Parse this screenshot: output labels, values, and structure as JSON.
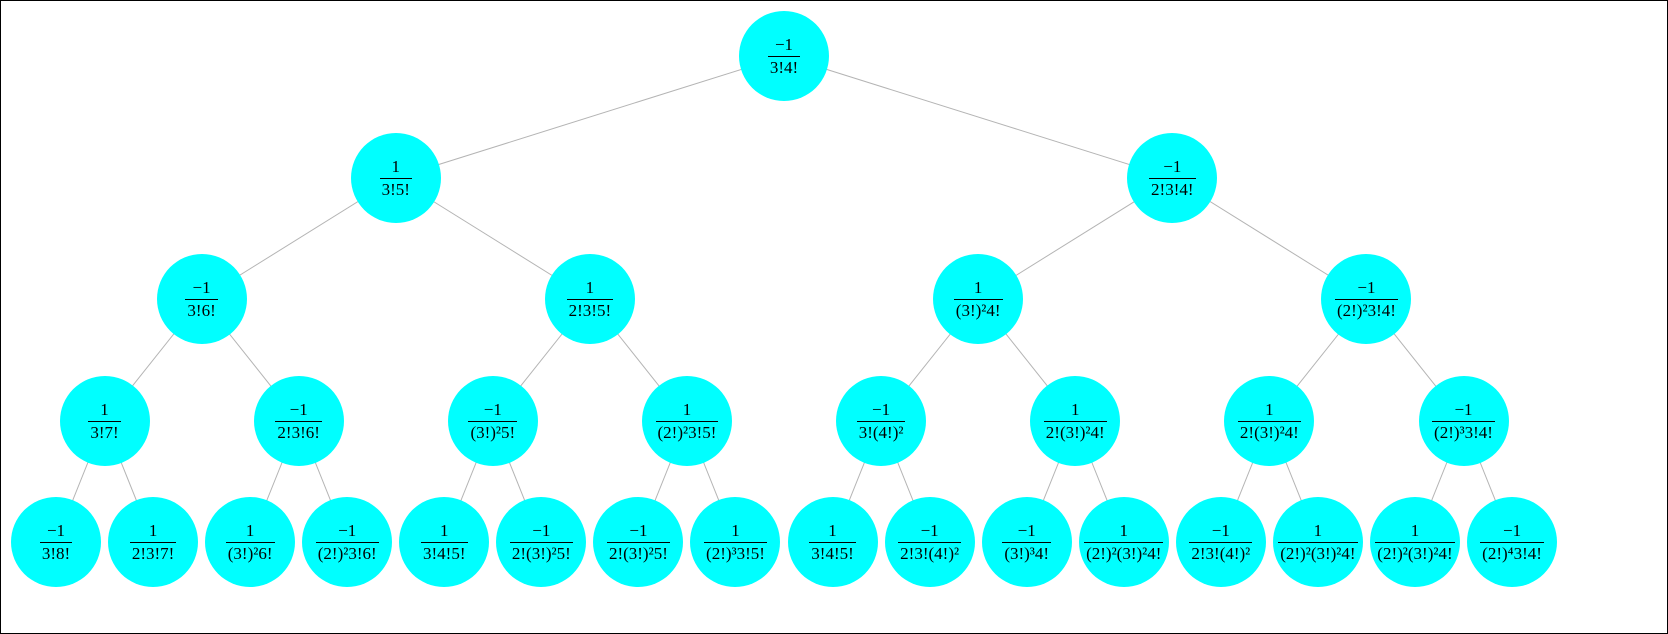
{
  "tree": {
    "node_color": "#00ffff",
    "edge_color": "#b4b4b4",
    "levels": [
      [
        {
          "num": "−1",
          "den": "3!4!"
        }
      ],
      [
        {
          "num": "1",
          "den": "3!5!"
        },
        {
          "num": "−1",
          "den": "2!3!4!"
        }
      ],
      [
        {
          "num": "−1",
          "den": "3!6!"
        },
        {
          "num": "1",
          "den": "2!3!5!"
        },
        {
          "num": "1",
          "den": "(3!)²4!"
        },
        {
          "num": "−1",
          "den": "(2!)²3!4!"
        }
      ],
      [
        {
          "num": "1",
          "den": "3!7!"
        },
        {
          "num": "−1",
          "den": "2!3!6!"
        },
        {
          "num": "−1",
          "den": "(3!)²5!"
        },
        {
          "num": "1",
          "den": "(2!)²3!5!"
        },
        {
          "num": "−1",
          "den": "3!(4!)²"
        },
        {
          "num": "1",
          "den": "2!(3!)²4!"
        },
        {
          "num": "1",
          "den": "2!(3!)²4!"
        },
        {
          "num": "−1",
          "den": "(2!)³3!4!"
        }
      ],
      [
        {
          "num": "−1",
          "den": "3!8!"
        },
        {
          "num": "1",
          "den": "2!3!7!"
        },
        {
          "num": "1",
          "den": "(3!)²6!"
        },
        {
          "num": "−1",
          "den": "(2!)²3!6!"
        },
        {
          "num": "1",
          "den": "3!4!5!"
        },
        {
          "num": "−1",
          "den": "2!(3!)²5!"
        },
        {
          "num": "−1",
          "den": "2!(3!)²5!"
        },
        {
          "num": "1",
          "den": "(2!)³3!5!"
        },
        {
          "num": "1",
          "den": "3!4!5!"
        },
        {
          "num": "−1",
          "den": "2!3!(4!)²"
        },
        {
          "num": "−1",
          "den": "(3!)³4!"
        },
        {
          "num": "1",
          "den": "(2!)²(3!)²4!"
        },
        {
          "num": "−1",
          "den": "2!3!(4!)²"
        },
        {
          "num": "1",
          "den": "(2!)²(3!)²4!"
        },
        {
          "num": "1",
          "den": "(2!)²(3!)²4!"
        },
        {
          "num": "−1",
          "den": "(2!)⁴3!4!"
        }
      ]
    ]
  }
}
